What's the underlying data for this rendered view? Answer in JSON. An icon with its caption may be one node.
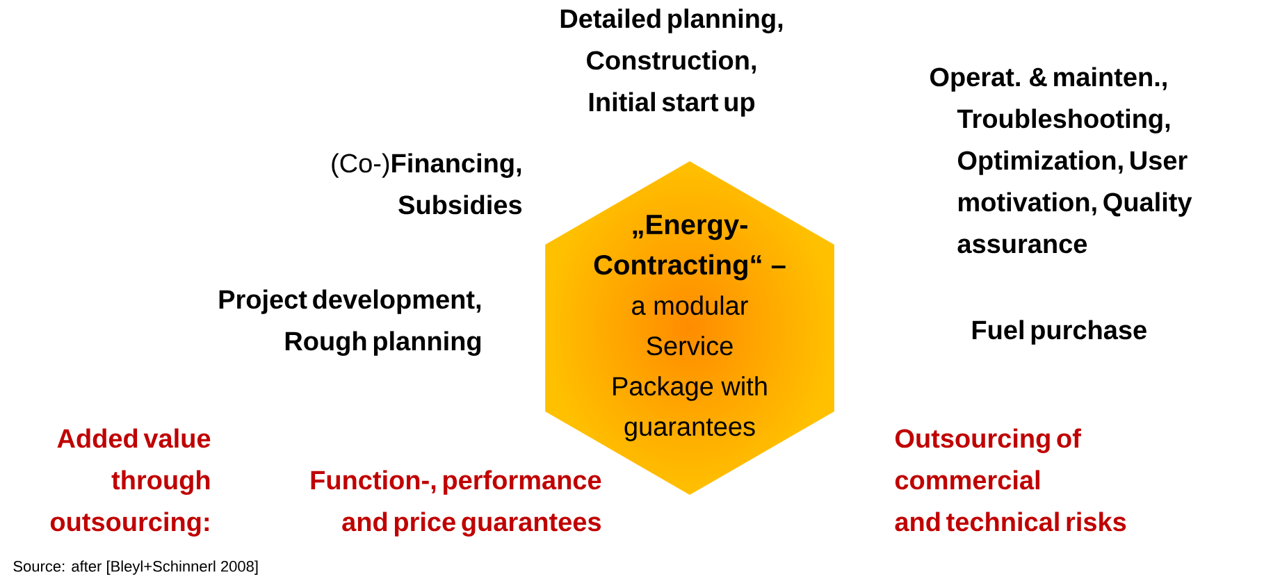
{
  "diagram": {
    "caption": "Source: after [Bleyl+Schinnerl 2008]",
    "nodes": [
      {
        "text": [
          "„Energy-Contracting“ –",
          "a modular Service Package with guarantees"
        ]
      }
    ],
    "labels": [
      "Detailed planning, Construction, Initial start up",
      "Operat. & mainten., Troubleshooting, Optimization, User motivation, Quality assurance",
      "(Co-)**Financing, Subsidies**",
      "Project development, Rough planning",
      "Fuel purchase",
      "Added value through outsourcing:",
      "Function-, performance and price guarantees",
      "Outsourcing of commercial and technical risks"
    ]
  }
}
